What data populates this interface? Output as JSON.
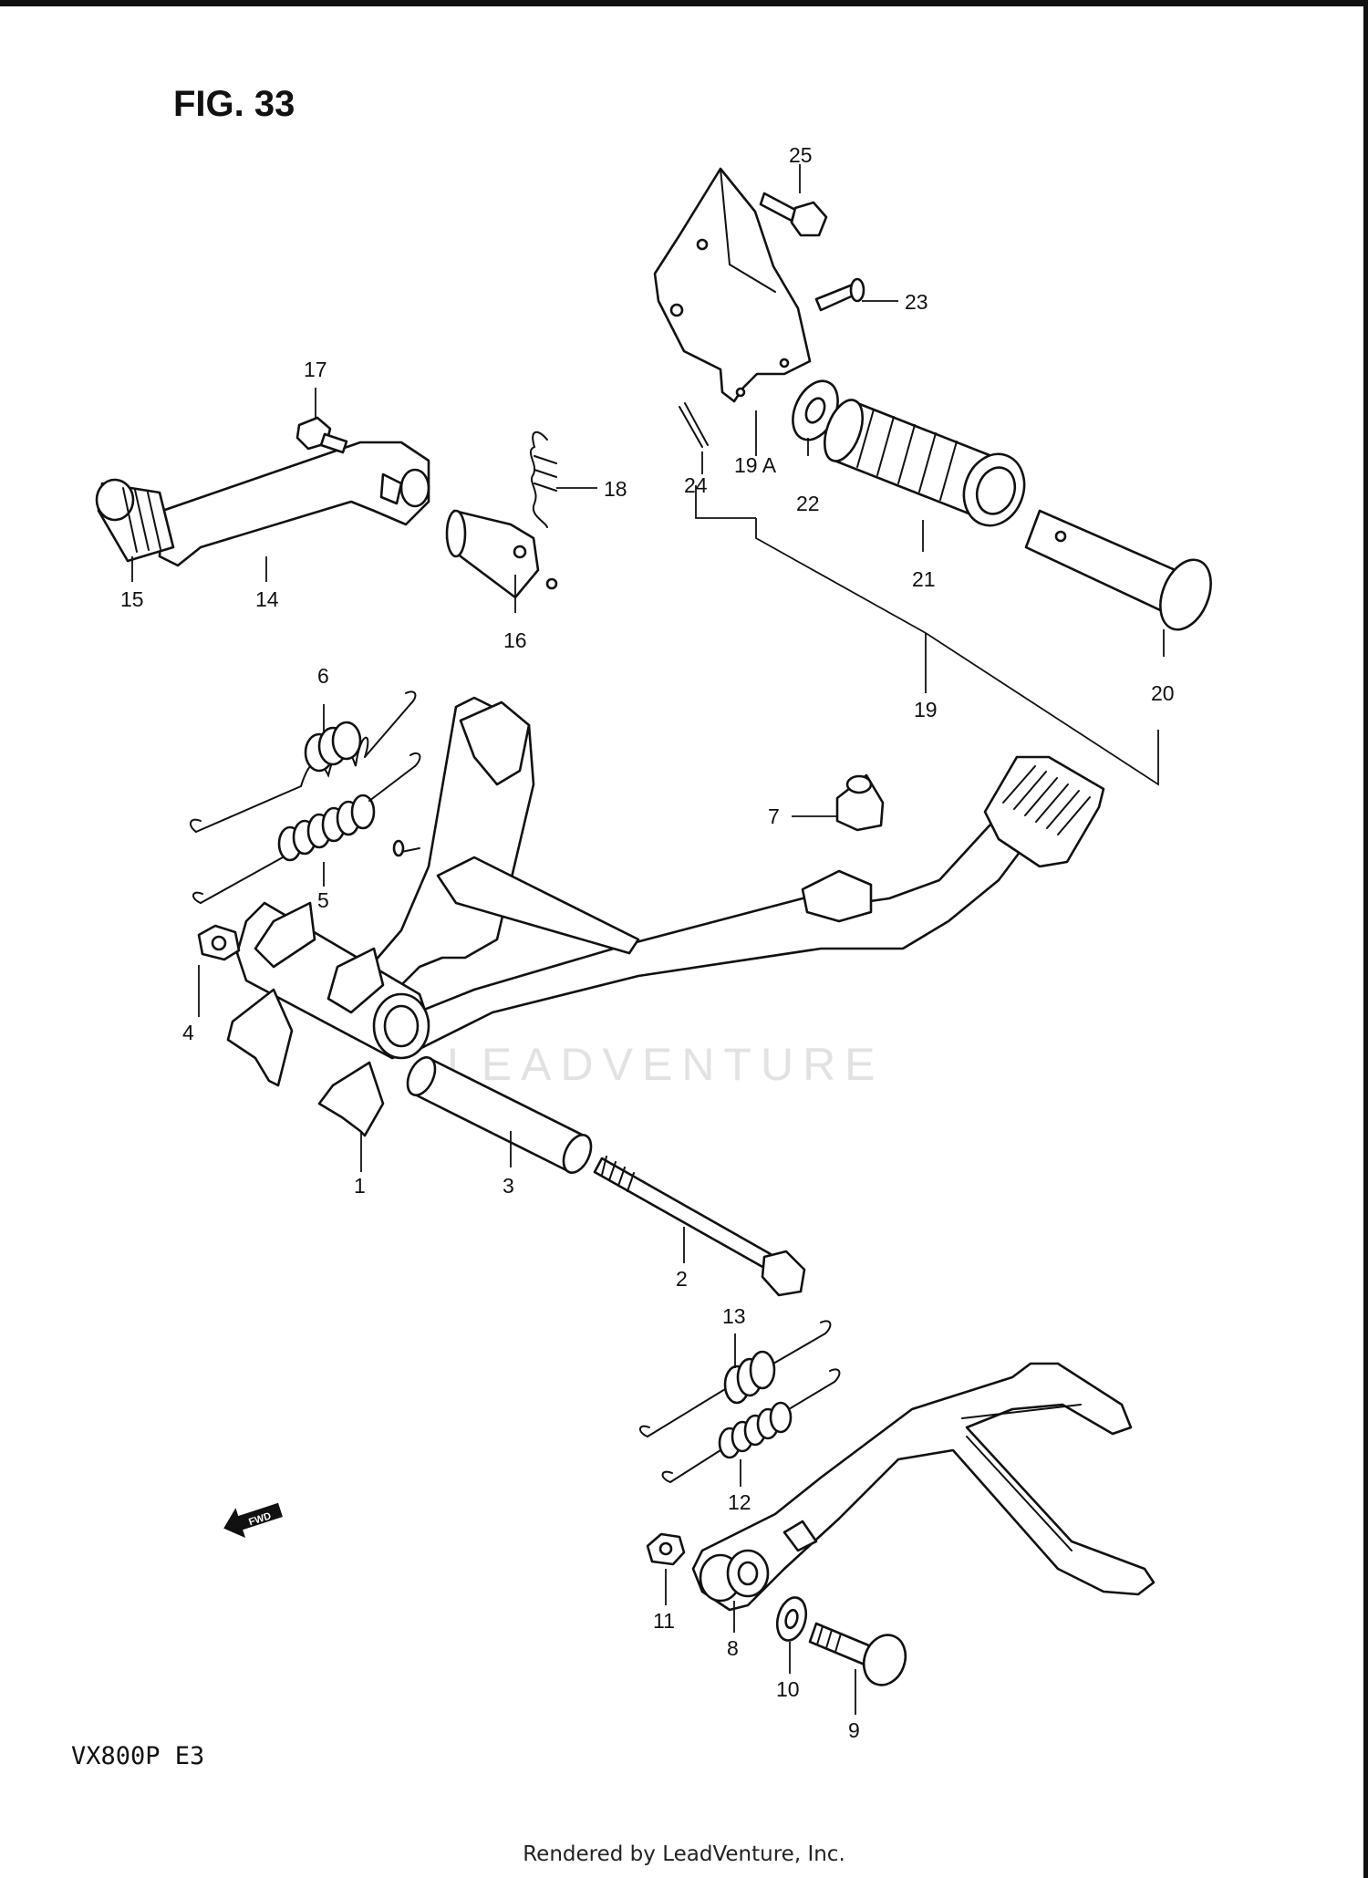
{
  "figure_title": "FIG. 33",
  "model": "VX800P  E3",
  "footer": "Rendered by LeadVenture, Inc.",
  "watermark": "LEADVENTURE",
  "fwd_icon_text": "FWD",
  "callouts": {
    "p1": "1",
    "p2": "2",
    "p3": "3",
    "p4": "4",
    "p5": "5",
    "p6": "6",
    "p7": "7",
    "p8": "8",
    "p9": "9",
    "p10": "10",
    "p11": "11",
    "p12": "12",
    "p13": "13",
    "p14": "14",
    "p15": "15",
    "p16": "16",
    "p17": "17",
    "p18": "18",
    "p19": "19",
    "p19a": "19 A",
    "p20": "20",
    "p21": "21",
    "p22": "22",
    "p23": "23",
    "p24": "24",
    "p25": "25"
  }
}
